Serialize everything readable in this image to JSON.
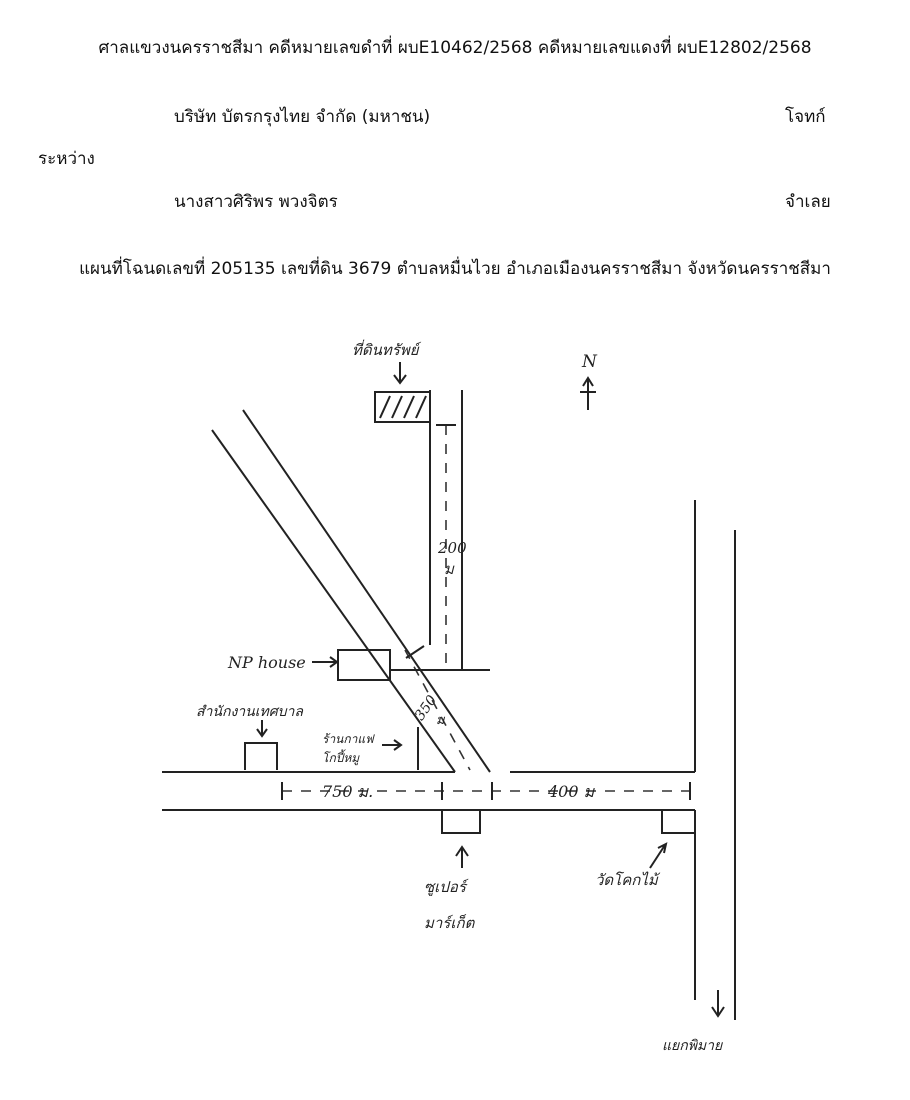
{
  "header": {
    "case_line": "ศาลแขวงนครราชสีมา คดีหมายเลขดำที่ ผบE10462/2568 คดีหมายเลขแดงที่ ผบE12802/2568",
    "plaintiff_name": "บริษัท บัตรกรุงไทย จำกัด (มหาชน)",
    "plaintiff_role": "โจทก์",
    "between": "ระหว่าง",
    "defendant_name": "นางสาวศิริพร พวงจิตร",
    "defendant_role": "จำเลย",
    "map_title": "แผนที่โฉนดเลขที่ 205135 เลขที่ดิน 3679 ตำบลหมื่นไวย อำเภอเมืองนครราชสีมา จังหวัดนครราชสีมา"
  },
  "map": {
    "north_label": "N",
    "parcel_label": "ที่ดินทรัพย์",
    "dist_north": "200",
    "dist_north_unit": "ม",
    "np_house": "NP house",
    "dist_diagonal": "350",
    "dist_diagonal_unit": "ม",
    "landmark_left": "สำนักงานเทศบาล",
    "landmark_coffee_1": "ร้านกาแฟ",
    "landmark_coffee_2": "โกปี้หมู",
    "dist_west": "750 ม.",
    "dist_east": "400 ม",
    "market_1": "ซูเปอร์",
    "market_2": "มาร์เก็ต",
    "temple": "วัดโคกไม้",
    "junction": "แยกพิมาย"
  },
  "colors": {
    "ink": "#222222",
    "paper": "#ffffff"
  }
}
